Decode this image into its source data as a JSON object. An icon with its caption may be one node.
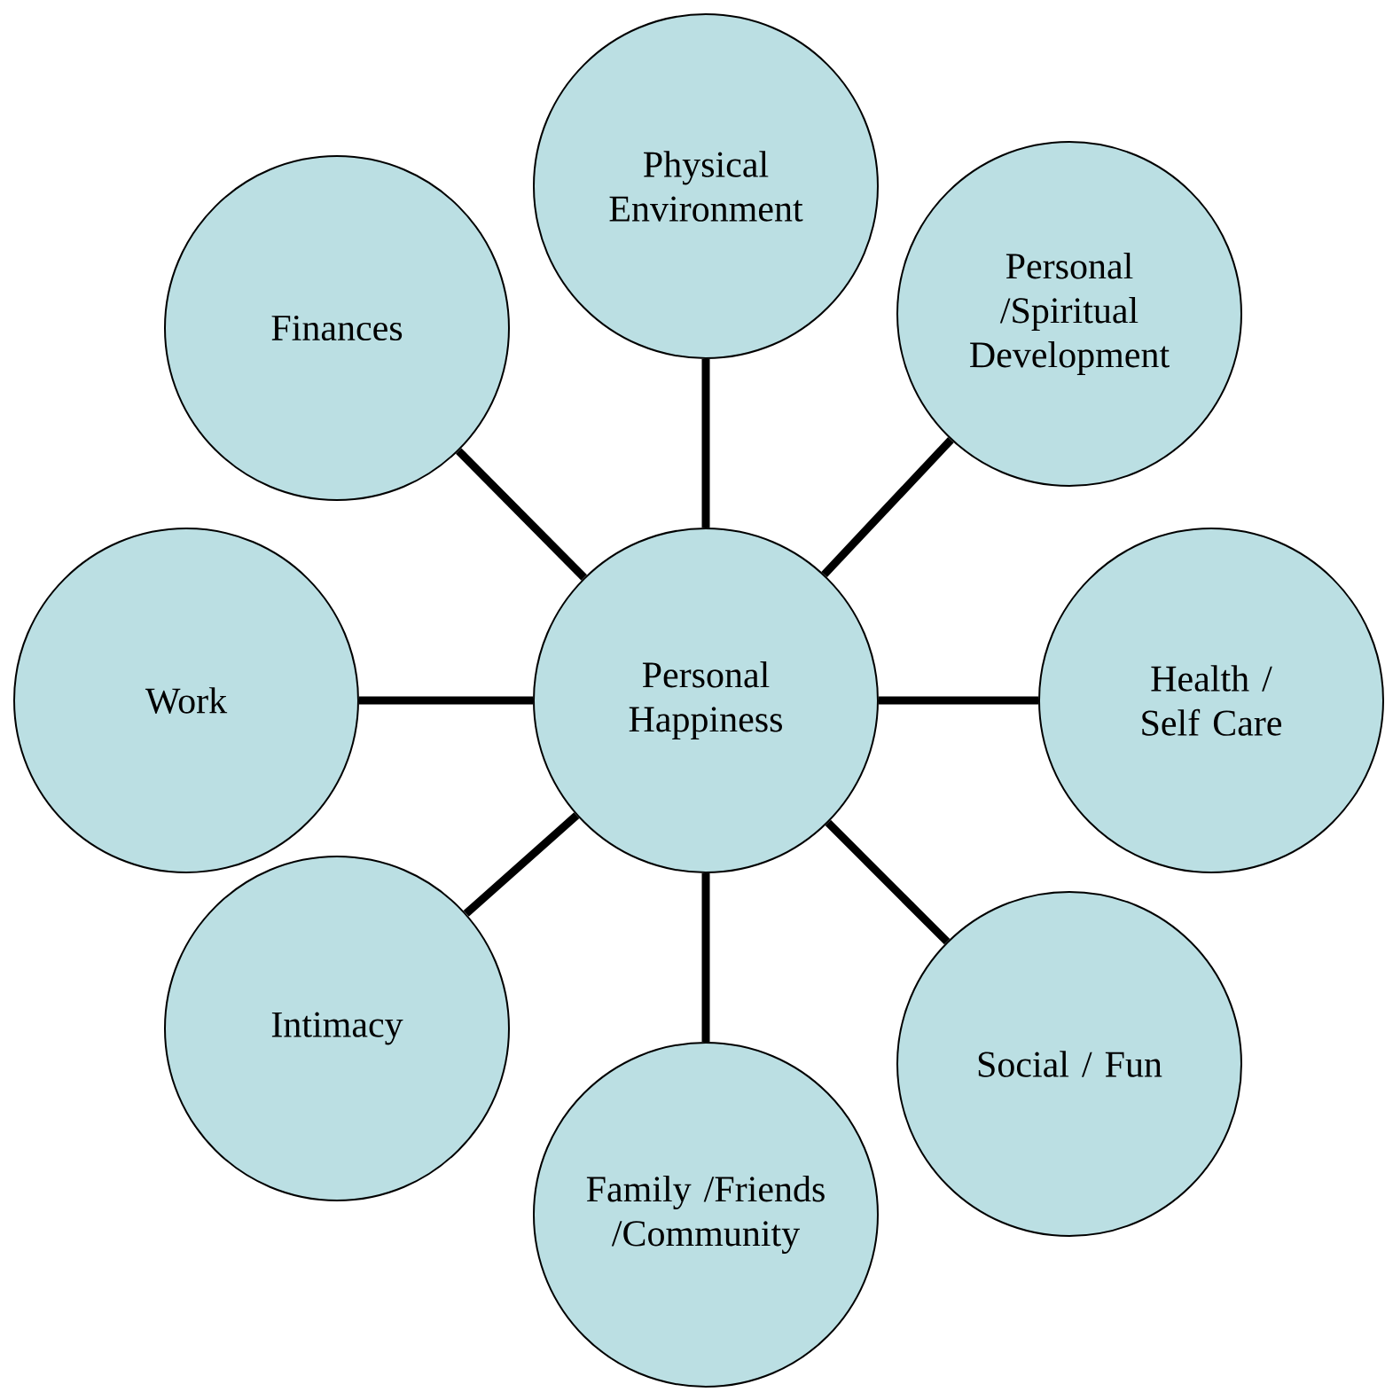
{
  "diagram": {
    "nodes": [
      {
        "text": [
          "Physical Environment"
        ]
      },
      {
        "text": [
          "Finances"
        ]
      },
      {
        "text": [
          "Personal /Spiritual Development"
        ]
      },
      {
        "text": [
          "Work"
        ]
      },
      {
        "text": [
          "Personal Happiness"
        ]
      },
      {
        "text": [
          "Health / Self Care"
        ]
      },
      {
        "text": [
          "Intimacy"
        ]
      },
      {
        "text": [
          "Social / Fun"
        ]
      },
      {
        "text": [
          "Family /Friends /Community"
        ]
      }
    ],
    "edges": [
      {
        "from": 4,
        "to": 0,
        "arrow": "none"
      },
      {
        "from": 4,
        "to": 1,
        "arrow": "none"
      },
      {
        "from": 4,
        "to": 2,
        "arrow": "none"
      },
      {
        "from": 4,
        "to": 3,
        "arrow": "none"
      },
      {
        "from": 4,
        "to": 5,
        "arrow": "none"
      },
      {
        "from": 4,
        "to": 6,
        "arrow": "none"
      },
      {
        "from": 4,
        "to": 7,
        "arrow": "none"
      },
      {
        "from": 4,
        "to": 8,
        "arrow": "none"
      }
    ]
  }
}
